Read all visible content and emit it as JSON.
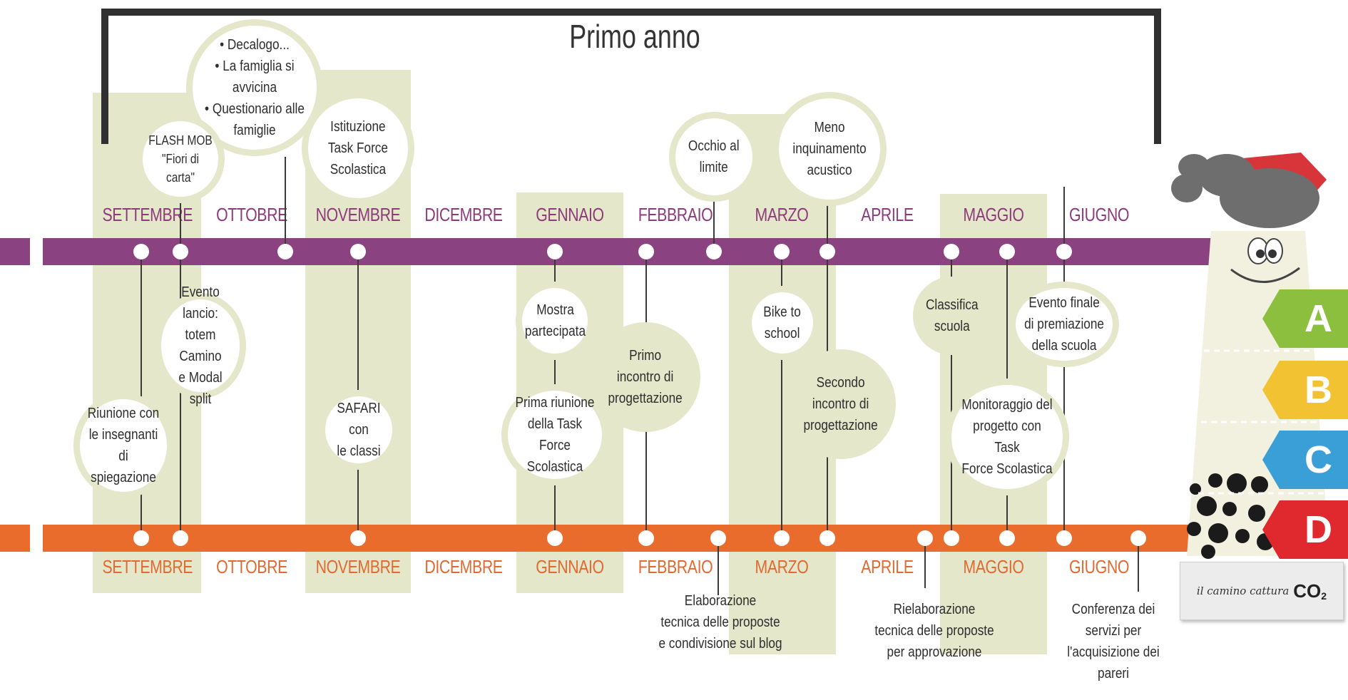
{
  "title": "Primo anno",
  "months_top": [
    "SETTEMBRE",
    "OTTOBRE",
    "NOVEMBRE",
    "DICEMBRE",
    "GENNAIO",
    "FEBBRAIO",
    "MARZO",
    "APRILE",
    "MAGGIO",
    "GIUGNO"
  ],
  "months_bottom": [
    "SETTEMBRE",
    "OTTOBRE",
    "NOVEMBRE",
    "DICEMBRE",
    "GENNAIO",
    "FEBBRAIO",
    "MARZO",
    "APRILE",
    "MAGGIO",
    "GIUGNO"
  ],
  "events": {
    "decalogo": "• Decalogo...\n• La famiglia si avvicina\n• Questionario alle\nfamiglie",
    "flash_mob": "FLASH MOB\n\"Fiori di carta\"",
    "task_force": "Istituzione\nTask Force\nScolastica",
    "occhio": "Occhio al\nlimite",
    "meno_inquinamento": "Meno\ninquinamento\nacustico",
    "evento_lancio": "Evento lancio:\ntotem Camino\ne Modal split",
    "riunione": "Riunione con\nle insegnanti di\nspiegazione",
    "safari": "SAFARI con\nle classi",
    "mostra": "Mostra\npartecipata",
    "prima_riunione": "Prima riunione\ndella Task Force\nScolastica",
    "primo_incontro": "Primo\nincontro di\nprogettazione",
    "bike": "Bike to\nschool",
    "secondo_incontro": "Secondo\nincontro di\nprogettazione",
    "classifica": "Classifica\nscuola",
    "evento_finale": "Evento finale\ndi premiazione\ndella scuola",
    "monitoraggio": "Monitoraggio del\nprogetto con Task\nForce Scolastica",
    "elaborazione": "Elaborazione\ntecnica delle proposte\ne condivisione sul blog",
    "rielaborazione": "Rielaborazione\ntecnica delle proposte\nper approvazione",
    "conferenza": "Conferenza dei\nservizi per\nl'acquisizione dei\npareri"
  },
  "chimney": {
    "classes": [
      "A",
      "B",
      "C",
      "D"
    ],
    "class_colors": [
      "#8dbf3e",
      "#f2c232",
      "#3a9fd6",
      "#e0292f"
    ],
    "label_text": "il camino cattura",
    "label_formula": "CO",
    "label_sub": "2"
  },
  "colors": {
    "purple_track": "#8a4380",
    "orange_track": "#ea6c2d",
    "band": "#e4e7c9",
    "bracket": "#303030"
  }
}
